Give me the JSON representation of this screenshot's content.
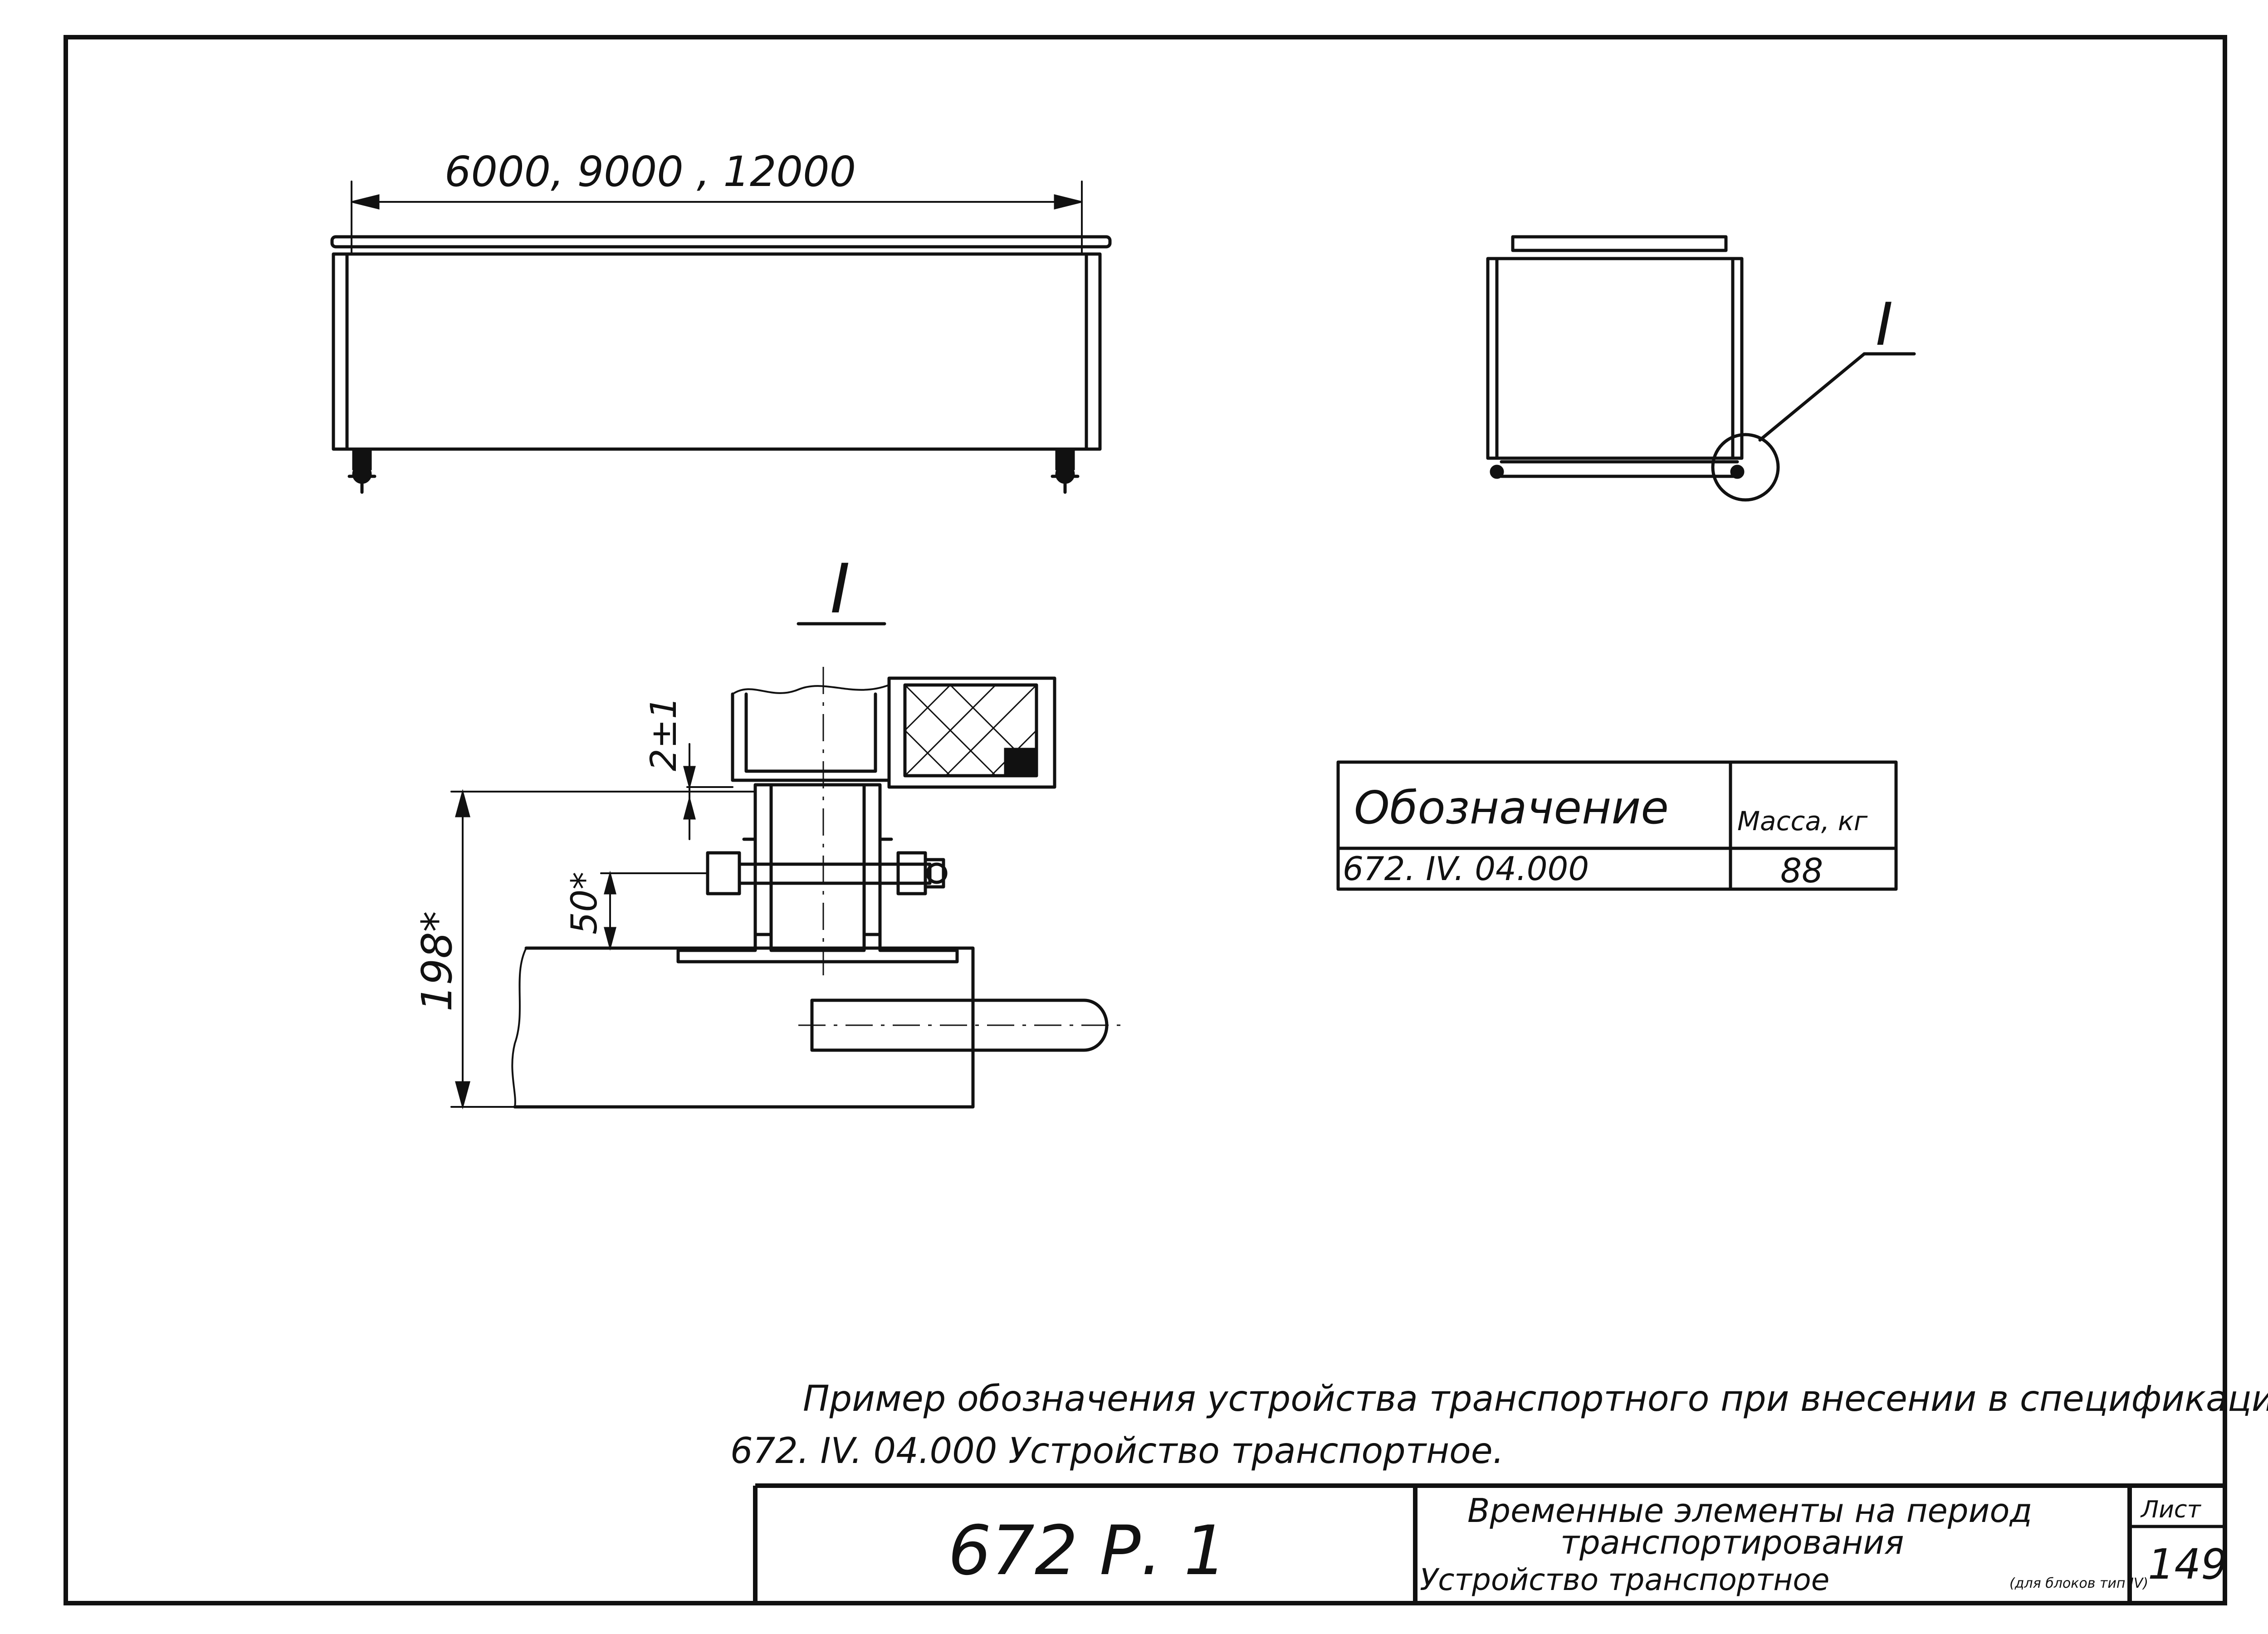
{
  "top_view": {
    "length_dimension": "6000, 9000 , 12000"
  },
  "side_view": {
    "detail_callout": "I"
  },
  "detail": {
    "title": "I",
    "dim_gap": "2±1",
    "dim_bolt": "50*",
    "dim_height": "198*"
  },
  "mass_table": {
    "header_designation": "Обозначение",
    "header_mass": "Масса, кг",
    "designation": "672. IV. 04.000",
    "mass": "88"
  },
  "note": {
    "line1": "Пример обозначения устройства транспортного при внесении в спецификацию:",
    "line2": "672. IV. 04.000 Устройство транспортное."
  },
  "title_block": {
    "code": "672 Р. 1",
    "title_line1": "Временные элементы на период",
    "title_line2": "транспортирования",
    "title_line3": "Устройство транспортное",
    "title_line3_note": "(для блоков тип IV)",
    "sheet_label": "Лист",
    "sheet_number": "149"
  }
}
